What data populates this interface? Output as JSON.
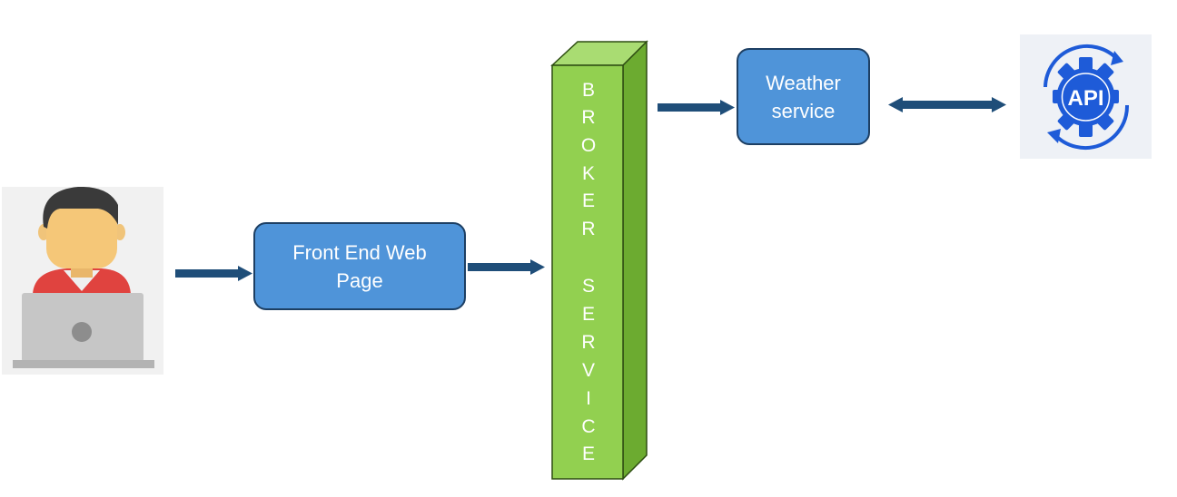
{
  "nodes": {
    "frontend": {
      "line1": "Front End Web",
      "line2": "Page"
    },
    "broker": {
      "letters": [
        "B",
        "R",
        "O",
        "K",
        "E",
        "R",
        "S",
        "E",
        "R",
        "V",
        "I",
        "C",
        "E"
      ]
    },
    "weather": {
      "line1": "Weather",
      "line2": "service"
    },
    "api": {
      "logo_text": "API"
    }
  },
  "colors": {
    "box_fill": "#4f94d9",
    "box_border": "#1d3f63",
    "broker_front": "#92d050",
    "broker_top": "#a9dc72",
    "broker_side": "#6cab30",
    "arrow": "#1f4e79",
    "api_blue": "#1e5bd8"
  },
  "icons": {
    "user": "user-with-laptop-icon",
    "api": "api-gear-icon"
  }
}
